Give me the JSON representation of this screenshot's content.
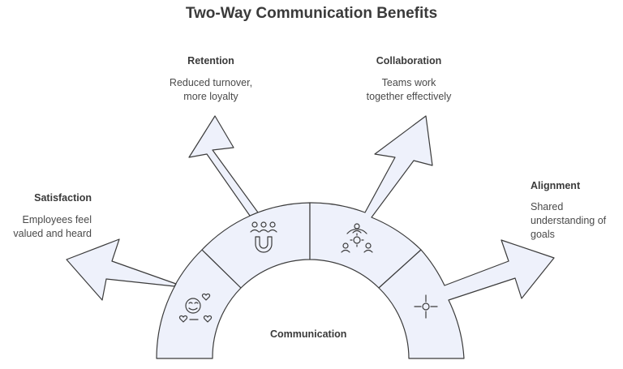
{
  "title": "Two-Way Communication Benefits",
  "center_label": "Communication",
  "colors": {
    "fill": "#eef1fb",
    "stroke": "#3b3b3b",
    "text": "#3a3a3a"
  },
  "benefits": [
    {
      "label": "Satisfaction",
      "description_lines": [
        "Employees feel",
        "valued and heard"
      ],
      "icon": "happy-face-hearts-icon"
    },
    {
      "label": "Retention",
      "description_lines": [
        "Reduced turnover,",
        "more loyalty"
      ],
      "icon": "people-magnet-icon"
    },
    {
      "label": "Collaboration",
      "description_lines": [
        "Teams work",
        "together effectively"
      ],
      "icon": "team-gear-icon"
    },
    {
      "label": "Alignment",
      "description_lines": [
        "Shared",
        "understanding of",
        "goals"
      ],
      "icon": "crosshair-target-icon"
    }
  ]
}
